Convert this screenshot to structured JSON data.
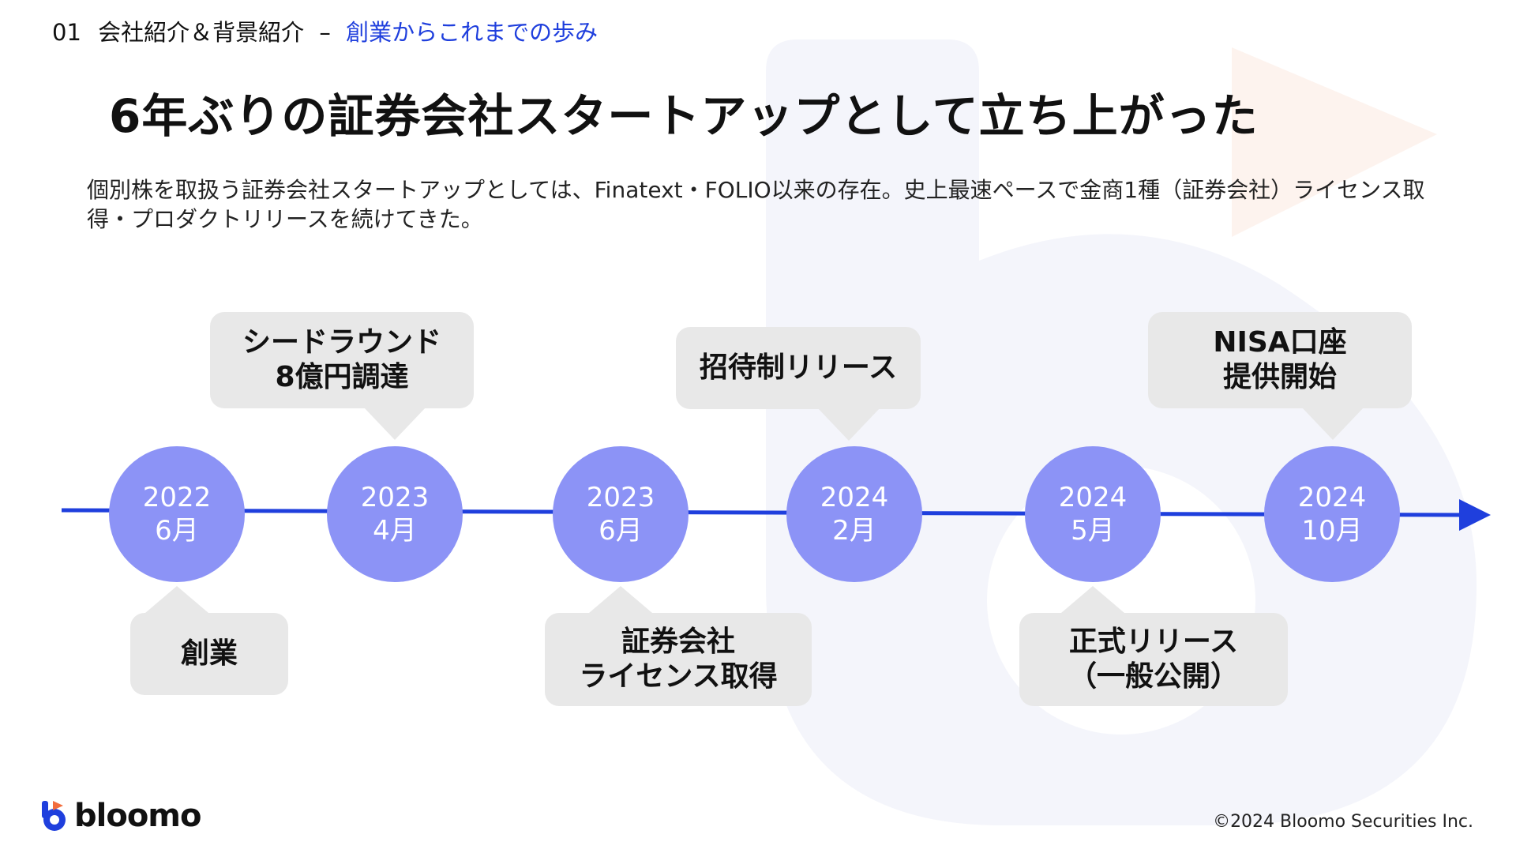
{
  "header": {
    "section_number": "01",
    "section_title": "会社紹介＆背景紹介",
    "separator": "–",
    "subsection_title": "創業からこれまでの歩み"
  },
  "title": "6年ぶりの証券会社スタートアップとして立ち上がった",
  "description": "個別株を取扱う証券会社スタートアップとしては、Finatext・FOLIO以来の存在。史上最速ペースで金商1種（証券会社）ライセンス取得・プロダクトリリースを続けてきた。",
  "timeline": [
    {
      "year": "2022",
      "month": "6月",
      "event": "創業"
    },
    {
      "year": "2023",
      "month": "4月",
      "event": "シードラウンド\n8億円調達"
    },
    {
      "year": "2023",
      "month": "6月",
      "event": "証券会社\nライセンス取得"
    },
    {
      "year": "2024",
      "month": "2月",
      "event": "招待制リリース"
    },
    {
      "year": "2024",
      "month": "5月",
      "event": "正式リリース\n（一般公開）"
    },
    {
      "year": "2024",
      "month": "10月",
      "event": "NISA口座\n提供開始"
    }
  ],
  "footer": {
    "logo_text": "bloomo",
    "copyright": "©2024 Bloomo Securities Inc."
  },
  "colors": {
    "accent": "#1f3fdd",
    "node": "#8c93f6",
    "bubble": "#e8e8e8",
    "timeline_line": "#1f3fdd"
  },
  "icons": {
    "logo_mark": "bloomo-b-icon",
    "background_mark": "bloomo-watermark-icon",
    "timeline_end": "arrow-right-icon"
  }
}
